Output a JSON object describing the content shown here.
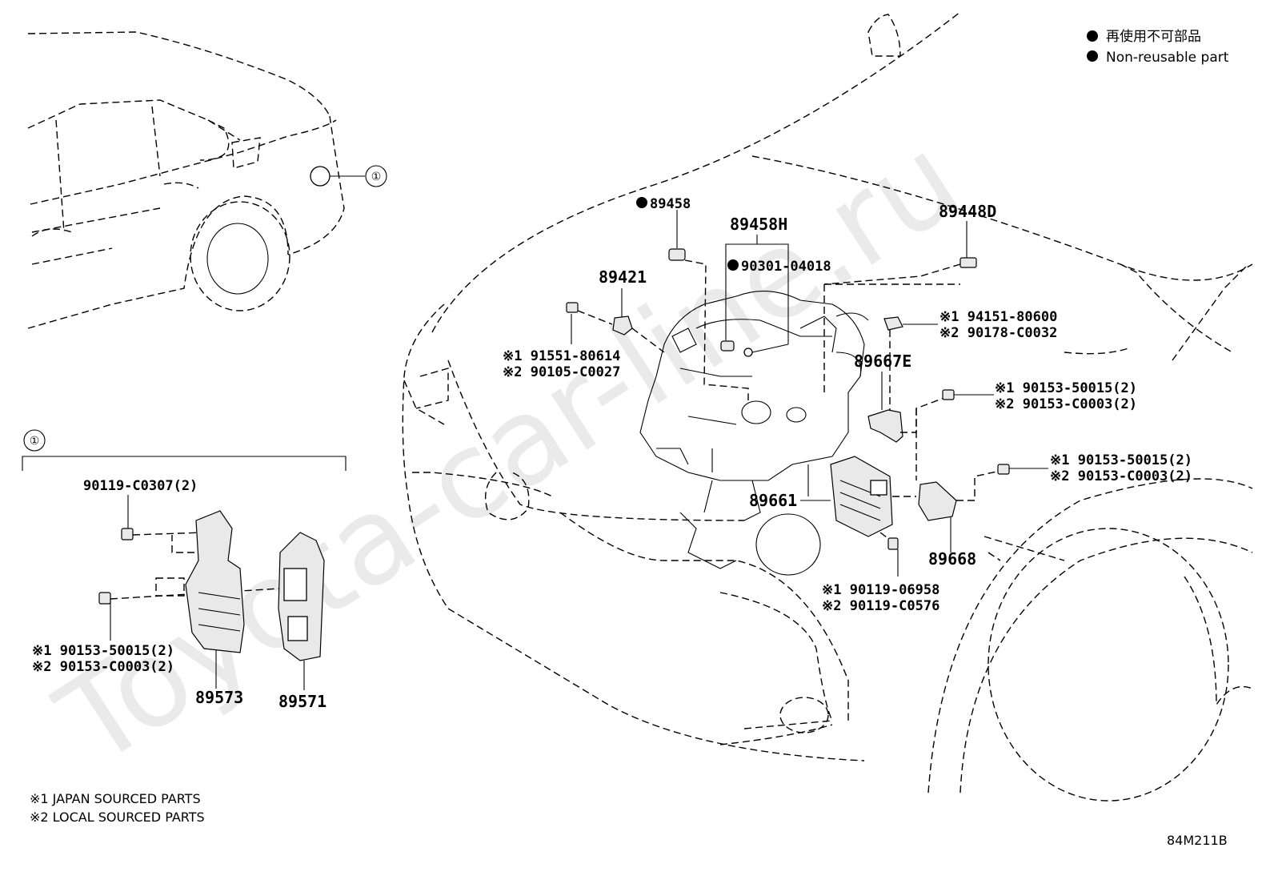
{
  "legend": {
    "jp": "再使用不可部品",
    "en": "Non-reusable part",
    "dot_color": "#000000"
  },
  "watermark": "Toyota-car-line.ru",
  "callout_marker": "①",
  "labels": {
    "p89458": "89458",
    "p89458H": "89458H",
    "p90301": "90301-04018",
    "p89448D": "89448D",
    "p89421": "89421",
    "p91551a": "※1 91551-80614",
    "p91551b": "※2 90105-C0027",
    "p94151a": "※1 94151-80600",
    "p94151b": "※2 90178-C0032",
    "p89667E": "89667E",
    "p90153a1": "※1 90153-50015(2)",
    "p90153a2": "※2 90153-C0003(2)",
    "p90153b1": "※1 90153-50015(2)",
    "p90153b2": "※2 90153-C0003(2)",
    "p89661": "89661",
    "p89668": "89668",
    "p90119a": "※1 90119-06958",
    "p90119b": "※2 90119-C0576",
    "p90119c": "90119-C0307(2)",
    "p90153c1": "※1 90153-50015(2)",
    "p90153c2": "※2 90153-C0003(2)",
    "p89573": "89573",
    "p89571": "89571"
  },
  "footnotes": {
    "n1": "※1 JAPAN SOURCED PARTS",
    "n2": "※2 LOCAL SOURCED PARTS"
  },
  "diagram_code": "84M211B"
}
